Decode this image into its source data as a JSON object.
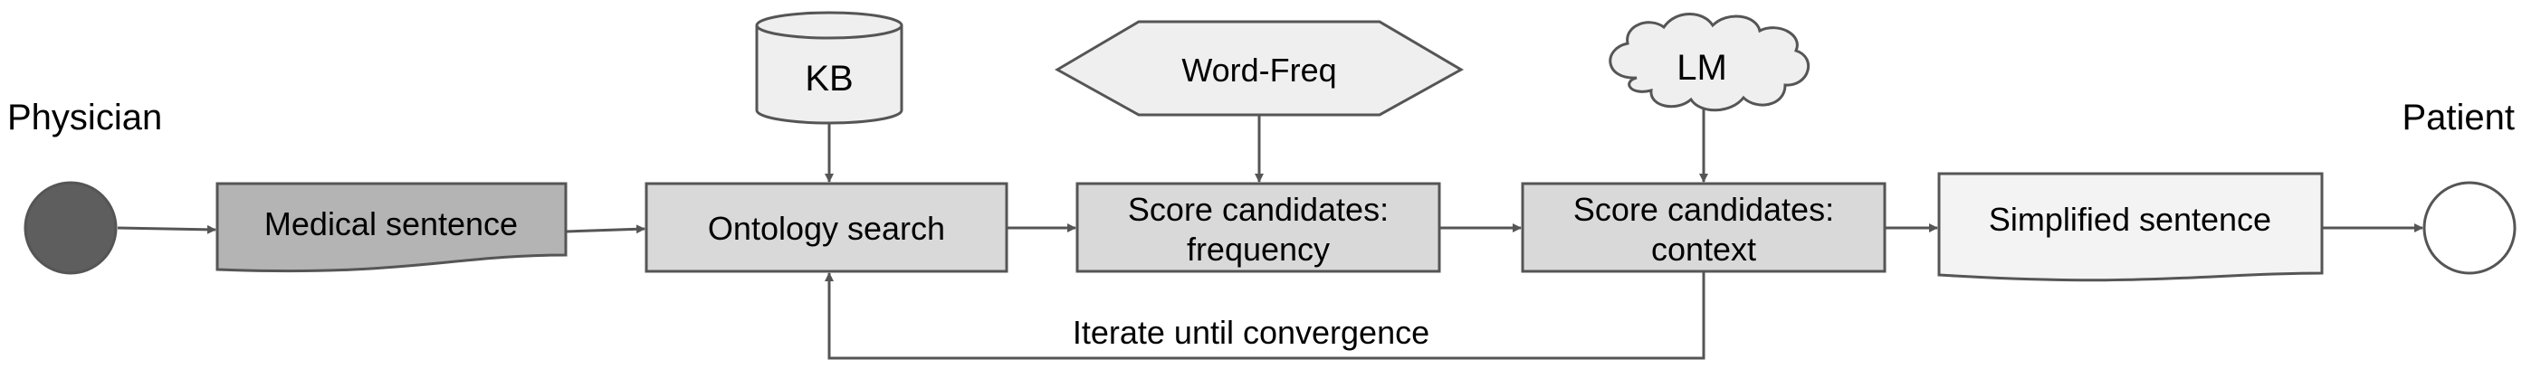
{
  "actors": {
    "start": "Physician",
    "end": "Patient"
  },
  "resources": {
    "kb": "KB",
    "word_freq": "Word-Freq",
    "lm": "LM"
  },
  "steps": {
    "input": "Medical sentence",
    "ontology": "Ontology search",
    "score_freq_line1": "Score candidates:",
    "score_freq_line2": "frequency",
    "score_ctx_line1": "Score candidates:",
    "score_ctx_line2": "context",
    "output": "Simplified sentence"
  },
  "loop_label": "Iterate until convergence",
  "colors": {
    "stroke": "#555555",
    "start_node": "#5e5e5e",
    "input_doc": "#b4b4b4",
    "process": "#d9d9d9",
    "resource": "#efefef",
    "output_doc": "#f3f3f3",
    "end_node": "#ffffff"
  }
}
